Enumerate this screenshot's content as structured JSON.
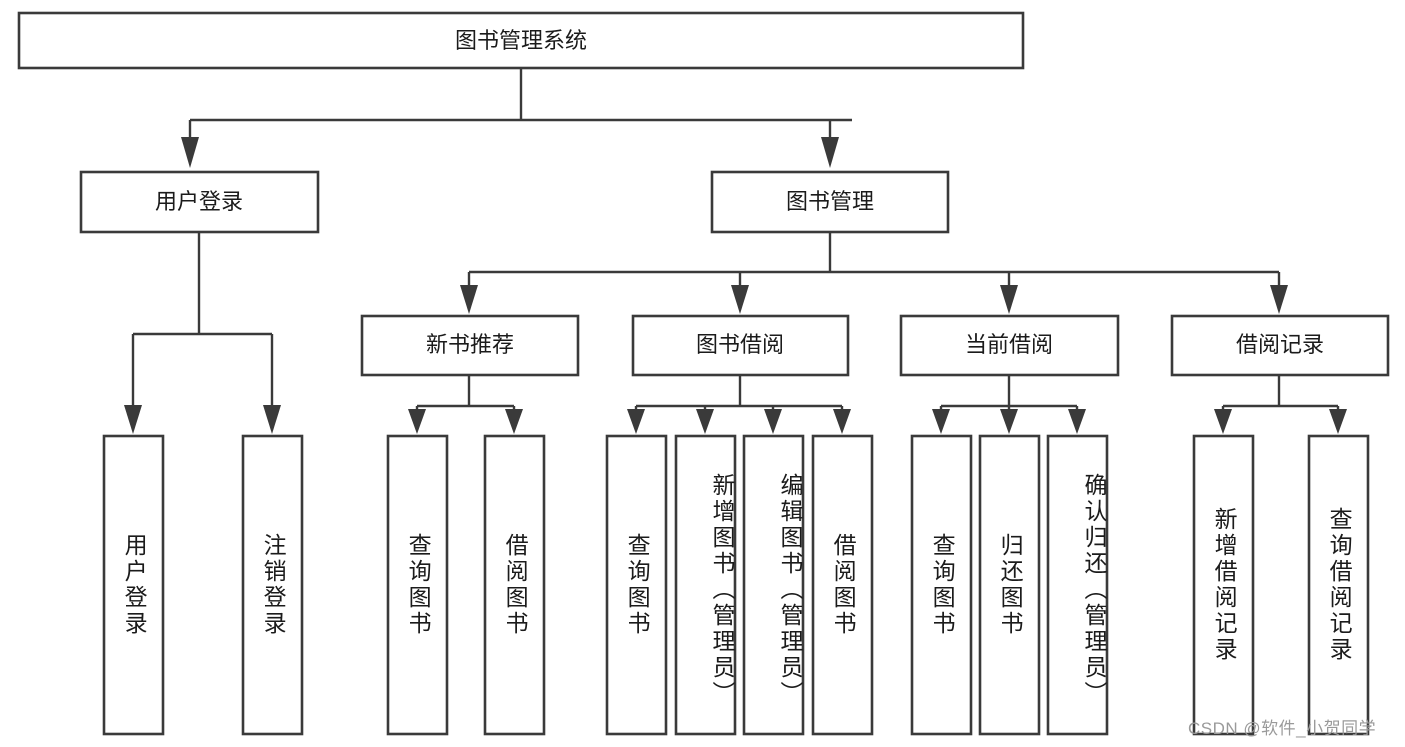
{
  "diagram": {
    "type": "tree-hierarchy",
    "title": "图书管理系统",
    "orientation": "top-down",
    "colors": {
      "box_stroke": "#3a3a3a",
      "box_fill": "#ffffff",
      "connector": "#3a3a3a",
      "text": "#1b1b1b",
      "watermark": "#9a9a9a",
      "background": "#ffffff"
    },
    "root": {
      "label": "图书管理系统"
    },
    "level1": [
      {
        "label": "用户登录"
      },
      {
        "label": "图书管理"
      }
    ],
    "level2": [
      {
        "label": "新书推荐"
      },
      {
        "label": "图书借阅"
      },
      {
        "label": "当前借阅"
      },
      {
        "label": "借阅记录"
      }
    ],
    "leaves": {
      "user_login": [
        {
          "label": "用户登录"
        },
        {
          "label": "注销登录"
        }
      ],
      "new_book_recommend": [
        {
          "label": "查询图书"
        },
        {
          "label": "借阅图书"
        }
      ],
      "book_borrow": [
        {
          "label": "查询图书"
        },
        {
          "label": "新增图书（管理员）"
        },
        {
          "label": "编辑图书（管理员）"
        },
        {
          "label": "借阅图书"
        }
      ],
      "current_borrow": [
        {
          "label": "查询图书"
        },
        {
          "label": "归还图书"
        },
        {
          "label": "确认归还（管理员）"
        }
      ],
      "borrow_record": [
        {
          "label": "新增借阅记录"
        },
        {
          "label": "查询借阅记录"
        }
      ]
    }
  },
  "watermark": {
    "text": "CSDN @软件_小贺同学"
  }
}
